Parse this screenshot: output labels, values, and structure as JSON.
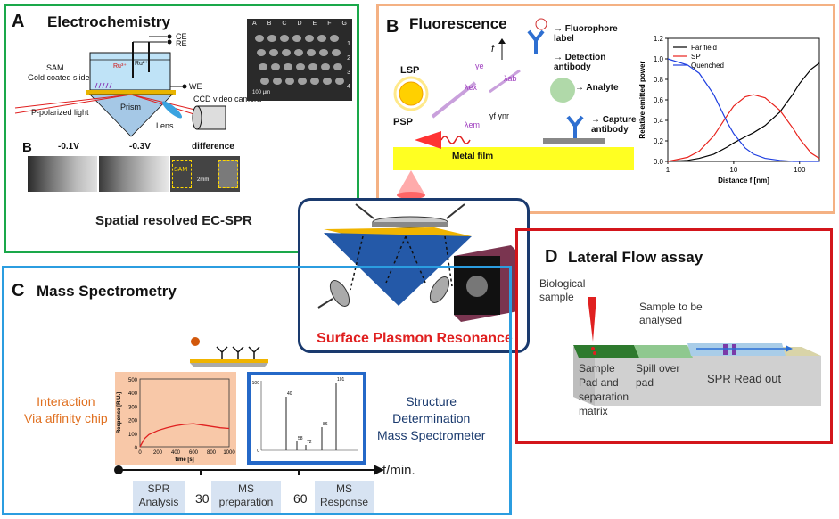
{
  "panel_a": {
    "letter": "A",
    "title": "Electrochemistry",
    "labels": {
      "ce": "CE",
      "re": "RE",
      "we": "WE",
      "sam": "SAM",
      "gold": "Gold coated slide",
      "ppol": "P-polarized light",
      "prism": "Prism",
      "lens": "Lens",
      "ccd": "CCD video camera",
      "ru3": "Ru³⁺",
      "ru2": "Ru²⁺",
      "scale": "100 µm"
    },
    "grid_cols": [
      "A",
      "B",
      "C",
      "D",
      "E",
      "F",
      "G"
    ],
    "grid_rows": [
      "1",
      "2",
      "3",
      "4"
    ],
    "sub_letter": "B",
    "voltages": [
      "-0.1V",
      "-0.3V",
      "difference"
    ],
    "diff_labels": {
      "sam": "SAM",
      "scale": "2mm"
    },
    "caption": "Spatial resolved EC-SPR"
  },
  "panel_b": {
    "letter": "B",
    "title": "Fluorescence",
    "labels": {
      "lsp": "LSP",
      "psp": "PSP",
      "metal": "Metal film",
      "fluor": "→ Fluorophore\nlabel",
      "det": "→ Detection\nantibody",
      "analyte": "→ Analyte",
      "capture": "→ Capture\nantibody",
      "f": "f",
      "lex": "λex",
      "lab": "λab",
      "lem": "λem",
      "gammas": "γf γnr",
      "ge": "γe"
    },
    "chart_data": {
      "type": "line",
      "xlabel": "Distance f [nm]",
      "ylabel": "Relative emitted power",
      "xscale": "log",
      "xlim": [
        1,
        200
      ],
      "ylim": [
        0,
        1.2
      ],
      "xticks": [
        "1",
        "10",
        "100"
      ],
      "yticks": [
        "0.0",
        "0.2",
        "0.4",
        "0.6",
        "0.8",
        "1.0",
        "1.2"
      ],
      "legend_position": "top-left",
      "series": [
        {
          "name": "Far field",
          "color": "#000000",
          "x": [
            1,
            2,
            3,
            5,
            8,
            10,
            15,
            20,
            30,
            50,
            80,
            100,
            150,
            200
          ],
          "y": [
            0.0,
            0.01,
            0.03,
            0.07,
            0.14,
            0.18,
            0.24,
            0.28,
            0.35,
            0.48,
            0.66,
            0.76,
            0.9,
            0.96
          ]
        },
        {
          "name": "SP",
          "color": "#e8221c",
          "x": [
            1,
            2,
            3,
            5,
            8,
            10,
            15,
            20,
            30,
            50,
            80,
            100,
            150,
            200
          ],
          "y": [
            0.0,
            0.04,
            0.1,
            0.25,
            0.45,
            0.54,
            0.63,
            0.65,
            0.62,
            0.5,
            0.32,
            0.22,
            0.08,
            0.03
          ]
        },
        {
          "name": "Quenched",
          "color": "#1f3fe0",
          "x": [
            1,
            2,
            3,
            5,
            8,
            10,
            15,
            20,
            30,
            50,
            80,
            100,
            150,
            200
          ],
          "y": [
            1.0,
            0.94,
            0.86,
            0.65,
            0.38,
            0.27,
            0.13,
            0.07,
            0.03,
            0.01,
            0.0,
            0.0,
            0.0,
            0.0
          ]
        }
      ]
    }
  },
  "center": {
    "label": "Surface Plasmon Resonance"
  },
  "panel_c": {
    "letter": "C",
    "title": "Mass Spectrometry",
    "left_text": [
      "Interaction",
      "Via affinity chip"
    ],
    "right_text": [
      "Structure",
      "Determination",
      "Mass Spectrometer"
    ],
    "response_chart": {
      "type": "line",
      "ylabel": "Response [R.U.]",
      "xlabel": "time [s]",
      "xlim": [
        0,
        1000
      ],
      "ylim": [
        0,
        500
      ],
      "xticks": [
        "0",
        "200",
        "400",
        "600",
        "800",
        "1000"
      ],
      "yticks": [
        "0",
        "100",
        "200",
        "300",
        "400",
        "500"
      ],
      "x": [
        0,
        50,
        100,
        200,
        300,
        400,
        500,
        600,
        700,
        800,
        900,
        1000
      ],
      "y": [
        0,
        60,
        90,
        120,
        140,
        155,
        165,
        170,
        160,
        150,
        140,
        135
      ]
    },
    "ms_chart": {
      "peaks": [
        "40",
        "58",
        "72",
        "86",
        "101"
      ],
      "yticks": [
        "100",
        "0"
      ]
    },
    "timeline": {
      "axis_label": "t/min.",
      "ticks": [
        "30",
        "60"
      ],
      "steps": [
        "SPR\nAnalysis",
        "MS\npreparation",
        "MS\nResponse"
      ]
    }
  },
  "panel_d": {
    "letter": "D",
    "title": "Lateral Flow assay",
    "labels": {
      "bio": "Biological\nsample",
      "sample_an": "Sample to be\nanalysed",
      "pad": "Sample\nPad and\nseparation\nmatrix",
      "spill": "Spill over\npad",
      "readout": "SPR Read out"
    }
  },
  "colors": {
    "green": "#1aa84a",
    "orange": "#f4b183",
    "red": "#d3151b",
    "blue": "#2b9de0",
    "navy": "#1a3a6e",
    "yellow": "#ffd700"
  }
}
